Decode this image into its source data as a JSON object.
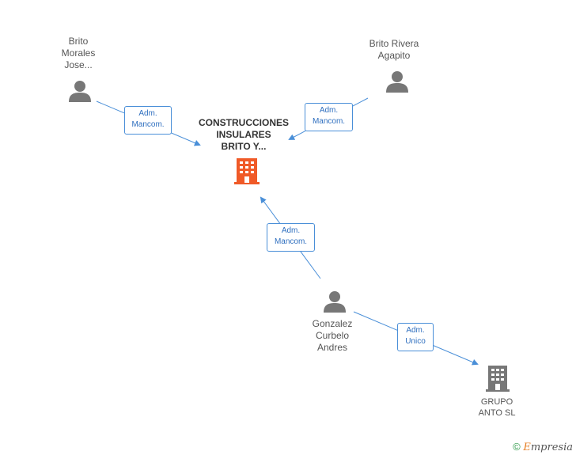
{
  "colors": {
    "person_icon": "#777777",
    "company_main": "#f05a28",
    "company_other": "#777777",
    "edge": "#4a8fd8",
    "badge_text": "#2f6fbf"
  },
  "nodes": {
    "person1": {
      "label": "Brito\nMorales\nJose...",
      "icon": "person-icon"
    },
    "person2": {
      "label": "Brito Rivera\nAgapito",
      "icon": "person-icon"
    },
    "person3": {
      "label": "Gonzalez\nCurbelo\nAndres",
      "icon": "person-icon"
    },
    "company_main": {
      "label": "CONSTRUCCIONES\nINSULARES\nBRITO Y...",
      "icon": "building-icon"
    },
    "company2": {
      "label": "GRUPO\nANTO SL",
      "icon": "building-icon"
    }
  },
  "edges": [
    {
      "from": "person1",
      "to": "company_main",
      "label": "Adm.\nMancom."
    },
    {
      "from": "person2",
      "to": "company_main",
      "label": "Adm.\nMancom."
    },
    {
      "from": "person3",
      "to": "company_main",
      "label": "Adm.\nMancom."
    },
    {
      "from": "person3",
      "to": "company2",
      "label": "Adm.\nUnico"
    }
  ],
  "footer": {
    "copyright": "©",
    "brand_first": "E",
    "brand_rest": "mpresia"
  }
}
